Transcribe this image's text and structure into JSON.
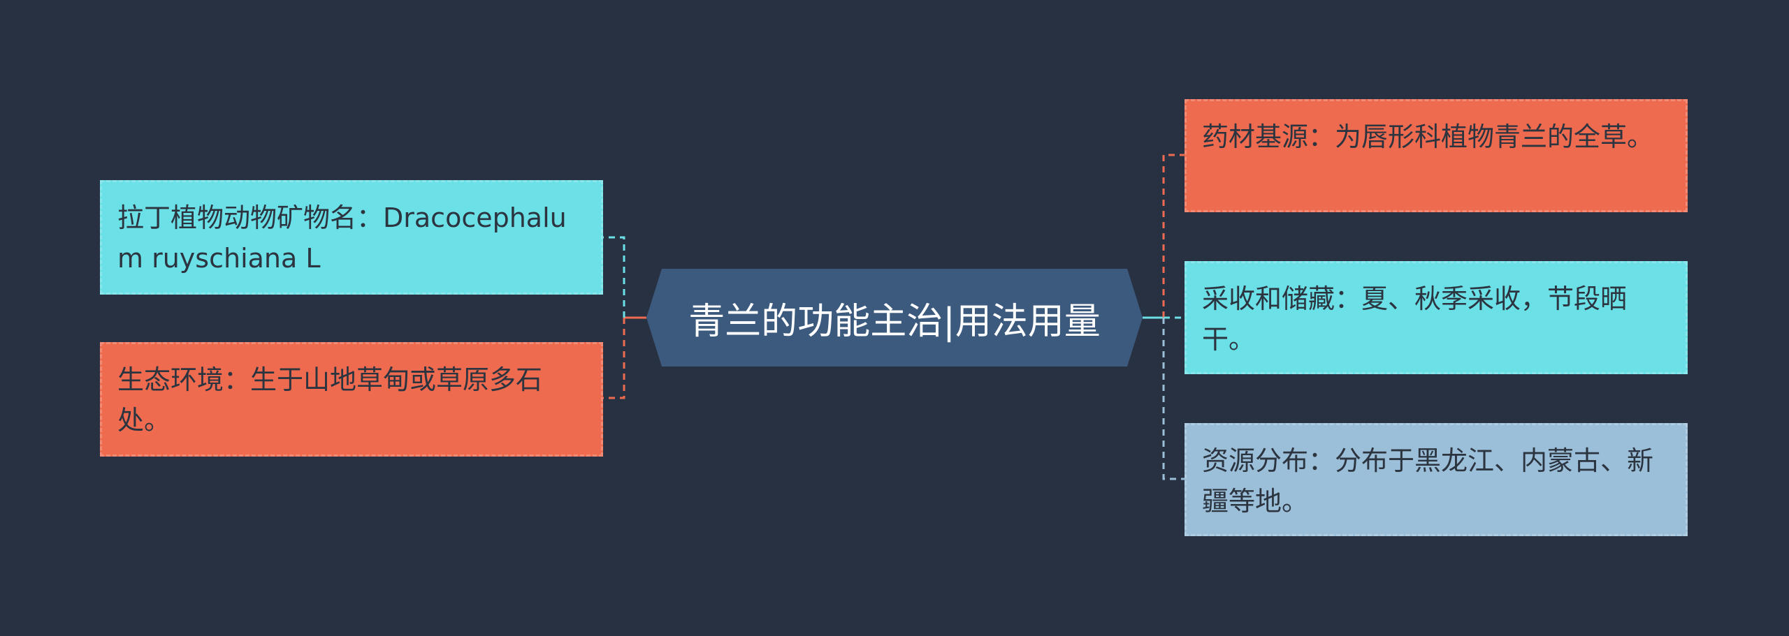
{
  "root": {
    "title": "青兰的功能主治|用法用量",
    "color": "#3c5a7e"
  },
  "left_branches": [
    {
      "text": "拉丁植物动物矿物名：Dracocephalum ruyschiana L",
      "color": "#6be0e6",
      "connector_color": "#6be0e6"
    },
    {
      "text": "生态环境：生于山地草甸或草原多石处。",
      "color": "#ef6b4f",
      "connector_color": "#ef6b4f"
    }
  ],
  "right_branches": [
    {
      "text": "药材基源：为唇形科植物青兰的全草。",
      "color": "#ef6b4f",
      "connector_color": "#ef6b4f"
    },
    {
      "text": "采收和储藏：夏、秋季采收，节段晒干。",
      "color": "#6be0e6",
      "connector_color": "#6be0e6"
    },
    {
      "text": "资源分布：分布于黑龙江、内蒙古、新疆等地。",
      "color": "#9bbfd9",
      "connector_color": "#9bbfd9"
    }
  ]
}
